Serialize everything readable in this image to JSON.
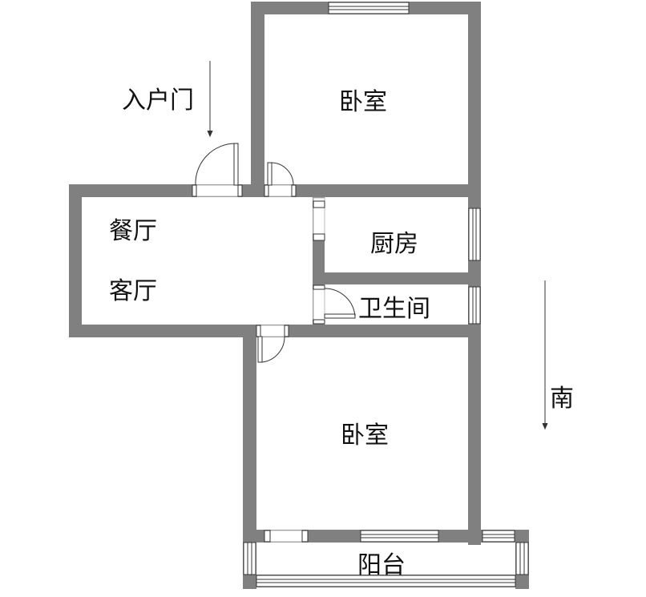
{
  "rooms": {
    "bedroom_north": "卧室",
    "dining": "餐厅",
    "living": "客厅",
    "kitchen": "厨房",
    "bathroom": "卫生间",
    "bedroom_south": "卧室",
    "balcony": "阳台"
  },
  "annotations": {
    "entrance": "入户门",
    "south": "南"
  },
  "colors": {
    "wall": "#808080",
    "line": "#333333"
  }
}
